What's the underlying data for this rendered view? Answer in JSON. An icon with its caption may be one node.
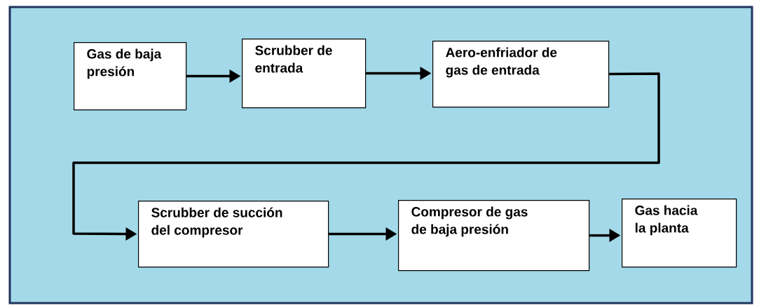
{
  "diagram": {
    "nodes": [
      {
        "text": [
          "Gas de baja presión"
        ]
      },
      {
        "text": [
          "Scrubber de entrada"
        ]
      },
      {
        "text": [
          "Aero-enfriador de gas de entrada"
        ]
      },
      {
        "text": [
          "Scrubber de succión del compresor"
        ]
      },
      {
        "text": [
          "Compresor de gas de baja presión"
        ]
      },
      {
        "text": [
          "Gas hacia la planta"
        ]
      }
    ],
    "edges": [
      {
        "from": 0,
        "to": 1,
        "arrow": "to"
      },
      {
        "from": 1,
        "to": 2,
        "arrow": "to"
      },
      {
        "from": 2,
        "to": 3,
        "arrow": "to"
      },
      {
        "from": 3,
        "to": 4,
        "arrow": "to"
      },
      {
        "from": 4,
        "to": 5,
        "arrow": "to"
      }
    ]
  }
}
